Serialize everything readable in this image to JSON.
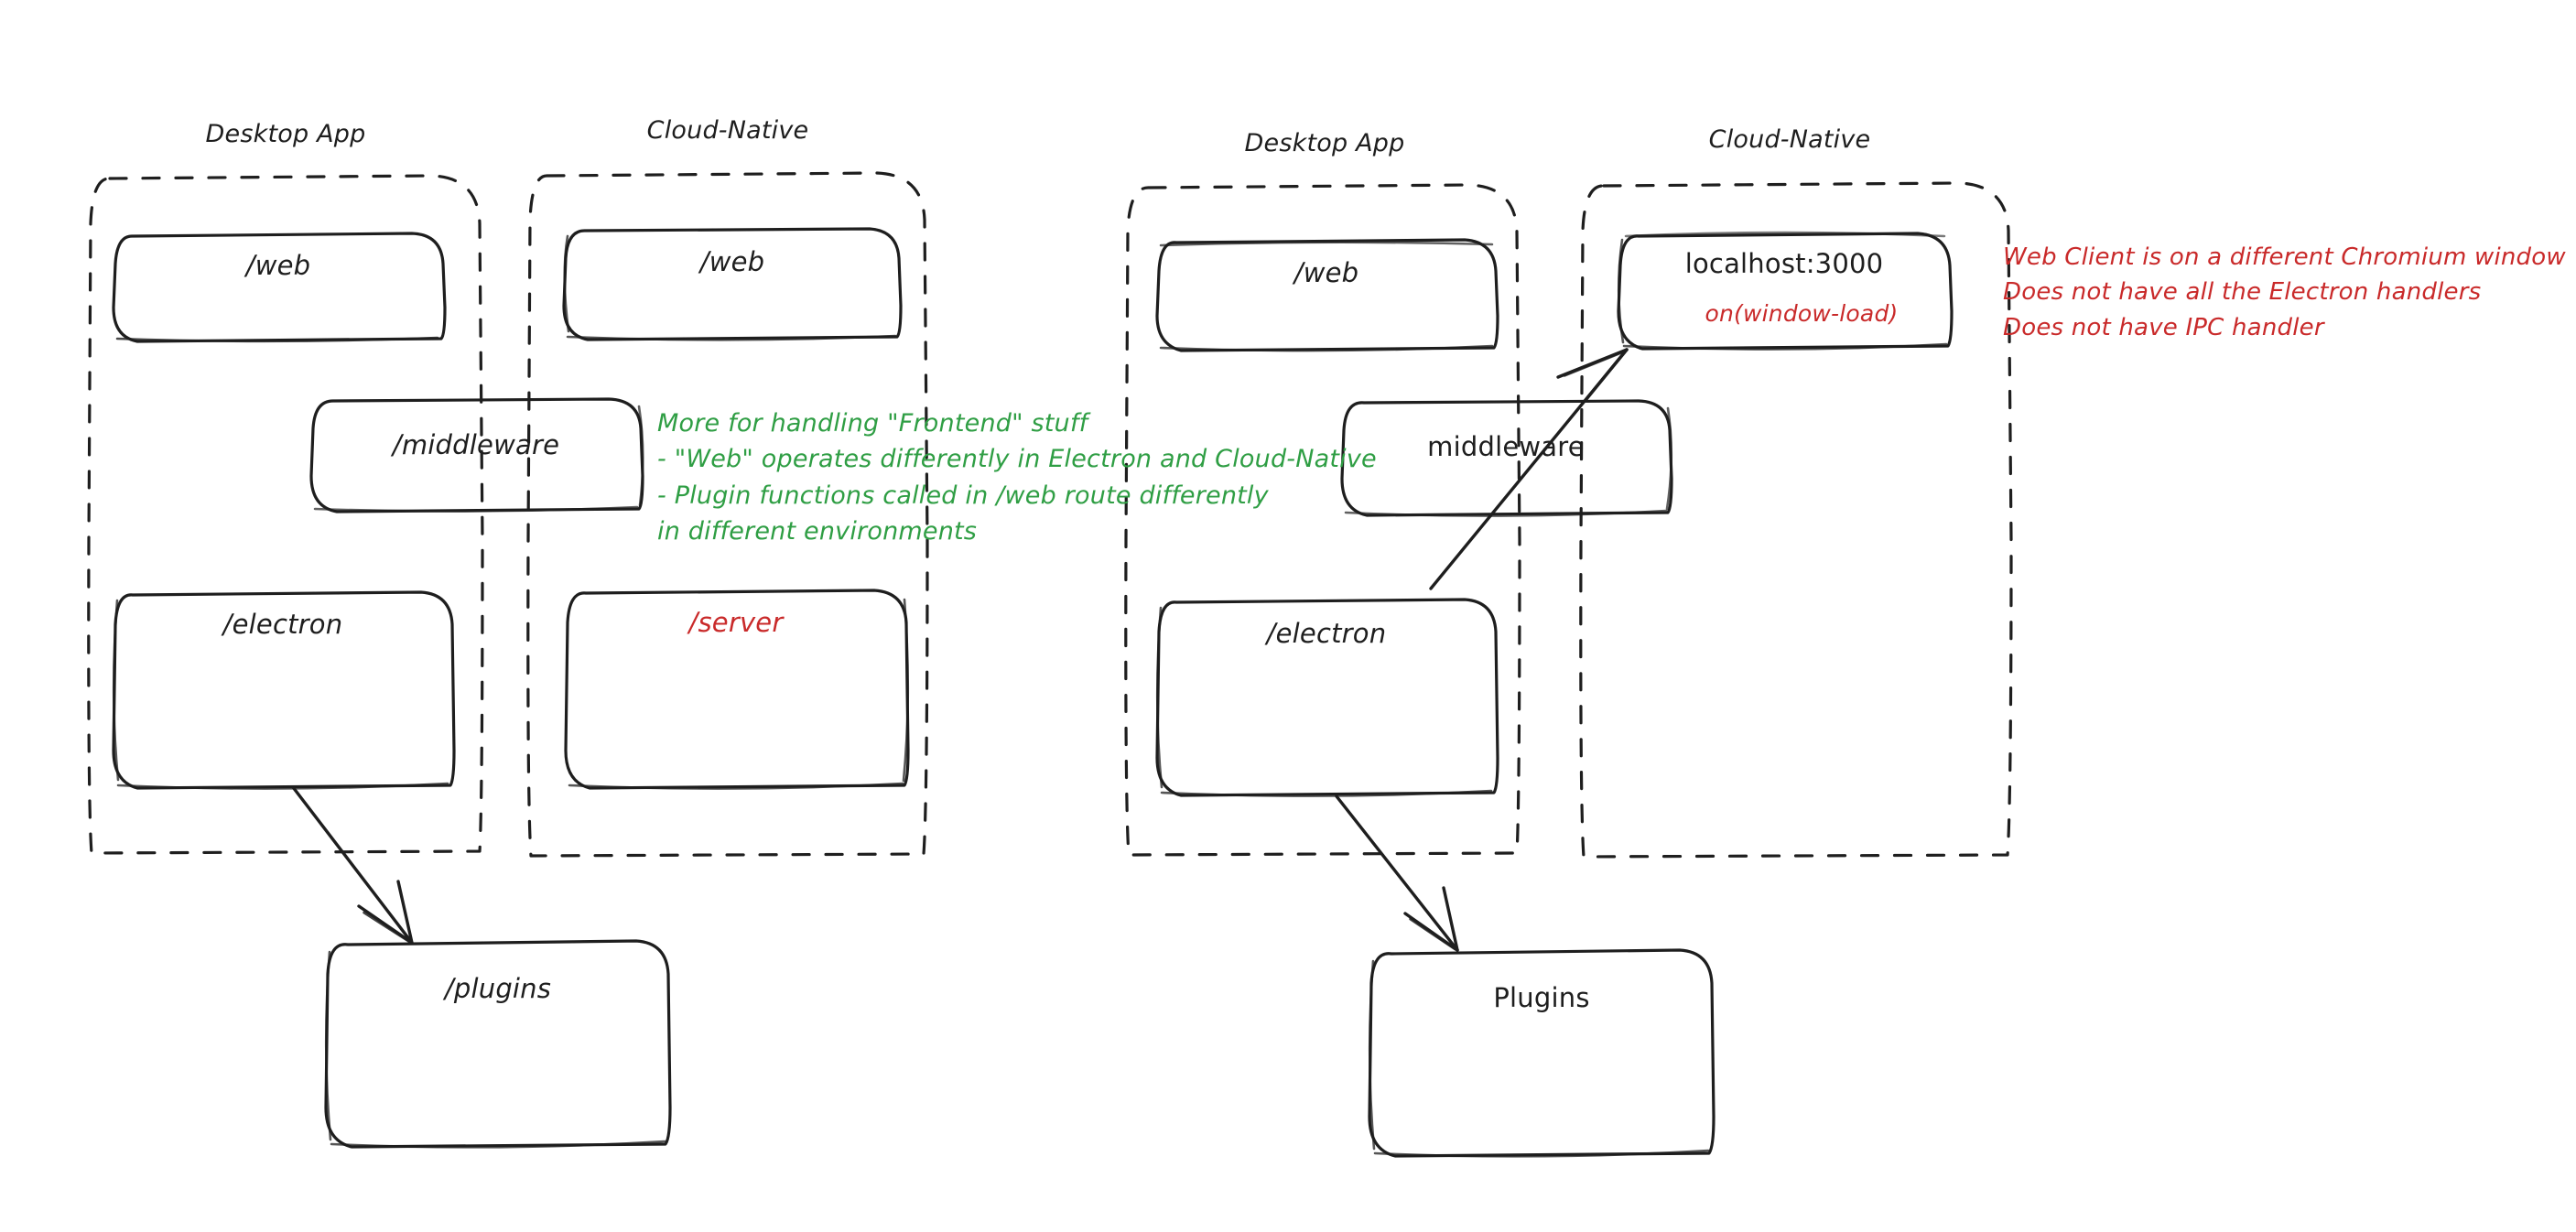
{
  "diagram": {
    "title": "Electron Desktop App vs Cloud-Native architecture comparison",
    "background": "#ffffff",
    "colors": {
      "ink": "#1e1e1e",
      "green": "#2f9e44",
      "red": "#c92a2a"
    }
  },
  "left_panel": {
    "groups": [
      {
        "id": "left-desktop",
        "label": "Desktop App"
      },
      {
        "id": "left-cloud",
        "label": "Cloud-Native"
      }
    ],
    "boxes": [
      {
        "id": "left-desktop-web",
        "label": "/web",
        "color": "ink"
      },
      {
        "id": "left-cloud-web",
        "label": "/web",
        "color": "ink"
      },
      {
        "id": "left-middleware",
        "label": "/middleware",
        "color": "ink"
      },
      {
        "id": "left-electron",
        "label": "/electron",
        "color": "ink"
      },
      {
        "id": "left-server",
        "label": "/server",
        "color": "red"
      },
      {
        "id": "left-plugins",
        "label": "/plugins",
        "color": "ink"
      }
    ],
    "note_green": {
      "lines": [
        "More for handling \"Frontend\" stuff",
        "- \"Web\" operates differently in Electron and Cloud-Native",
        "- Plugin functions called in /web route differently",
        "in different environments"
      ]
    },
    "arrows": [
      {
        "id": "left-electron-to-plugins",
        "from": "/electron",
        "to": "/plugins"
      }
    ]
  },
  "right_panel": {
    "groups": [
      {
        "id": "right-desktop",
        "label": "Desktop App"
      },
      {
        "id": "right-cloud",
        "label": "Cloud-Native"
      }
    ],
    "boxes": [
      {
        "id": "right-desktop-web",
        "label": "/web",
        "color": "ink"
      },
      {
        "id": "right-localhost",
        "label": "localhost:3000",
        "color": "ink",
        "sublabel": "on(window-load)",
        "sublabel_color": "red"
      },
      {
        "id": "right-middleware",
        "label": "middleware",
        "color": "ink"
      },
      {
        "id": "right-electron",
        "label": "/electron",
        "color": "ink"
      },
      {
        "id": "right-plugins",
        "label": "Plugins",
        "color": "ink"
      }
    ],
    "note_red": {
      "lines": [
        "Web Client is on a different Chromium window",
        "Does not have all the Electron handlers",
        "Does not have IPC handler"
      ]
    },
    "arrows": [
      {
        "id": "right-electron-to-localhost",
        "from": "/electron",
        "to": "localhost:3000"
      },
      {
        "id": "right-electron-to-plugins",
        "from": "/electron",
        "to": "Plugins"
      }
    ]
  }
}
